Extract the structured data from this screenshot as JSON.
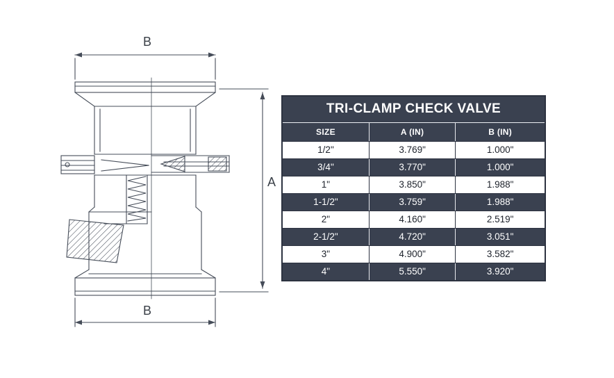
{
  "drawing": {
    "labels": {
      "top": "B",
      "bottom": "B",
      "side": "A"
    }
  },
  "table": {
    "title": "TRI-CLAMP CHECK VALVE",
    "columns": [
      "SIZE",
      "A (IN)",
      "B (IN)"
    ],
    "rows": [
      [
        "1/2\"",
        "3.769\"",
        "1.000\""
      ],
      [
        "3/4\"",
        "3.770\"",
        "1.000\""
      ],
      [
        "1\"",
        "3.850\"",
        "1.988\""
      ],
      [
        "1-1/2\"",
        "3.759\"",
        "1.988\""
      ],
      [
        "2\"",
        "4.160\"",
        "2.519\""
      ],
      [
        "2-1/2\"",
        "4.720\"",
        "3.051\""
      ],
      [
        "3\"",
        "4.900\"",
        "3.582\""
      ],
      [
        "4\"",
        "5.550\"",
        "3.920\""
      ]
    ],
    "colors": {
      "dark": "#3a4150",
      "border": "#2c3240",
      "text_dark": "#1d222b",
      "text_light": "#ffffff"
    }
  }
}
